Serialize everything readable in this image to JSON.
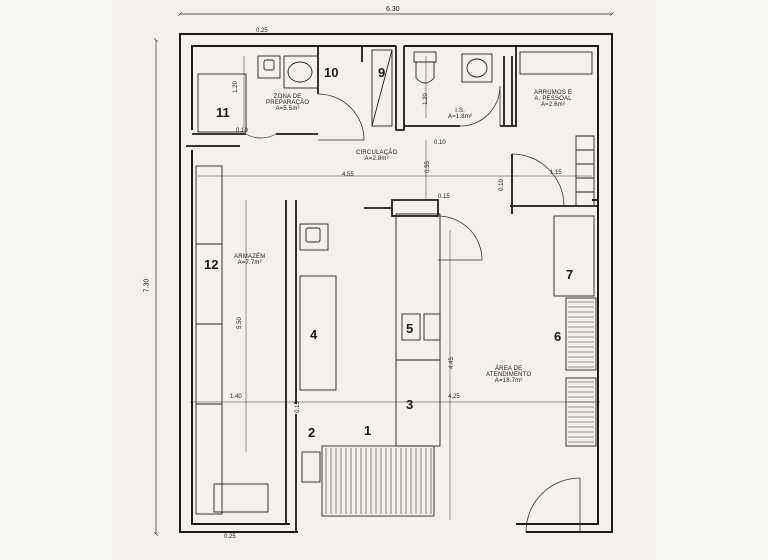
{
  "dimensions": {
    "overall_width": "6.30",
    "overall_height": "7.30",
    "wall_top_left": "0.25",
    "wall_bottom_left": "0.25",
    "corridor_width": "4.55",
    "storage_width": "1.40",
    "service_width": "4.25",
    "prep_depth": "1.20",
    "ws_depth": "1.20",
    "wall_prep": "0.10",
    "wall_ws": "0.10",
    "wall_mid": "0.55",
    "wall_small_a": "0.15",
    "wall_small_b": "0.10",
    "wall_small_c": "0.15",
    "right_offset": "1.15",
    "storage_length": "5.50",
    "service_length": "4.45"
  },
  "rooms": {
    "prep_name_1": "ZONA DE",
    "prep_name_2": "PREPARAÇÃO",
    "prep_area": "A=5.5m²",
    "ws_name": "I.S.",
    "ws_area": "A=1.8m²",
    "staff_name_1": "ARRUMOS E",
    "staff_name_2": "A. PESSOAL",
    "staff_area": "A=2.6m²",
    "circ_name": "CIRCULAÇÃO",
    "circ_area": "A=2.8m²",
    "storage_name": "ARMAZÉM",
    "storage_area": "A=7.7m²",
    "service_name_1": "ÁREA DE",
    "service_name_2": "ATENDIMENTO",
    "service_area": "A=18.7m²"
  },
  "items": [
    "1",
    "2",
    "3",
    "4",
    "5",
    "6",
    "7",
    "9",
    "10",
    "11",
    "12"
  ]
}
